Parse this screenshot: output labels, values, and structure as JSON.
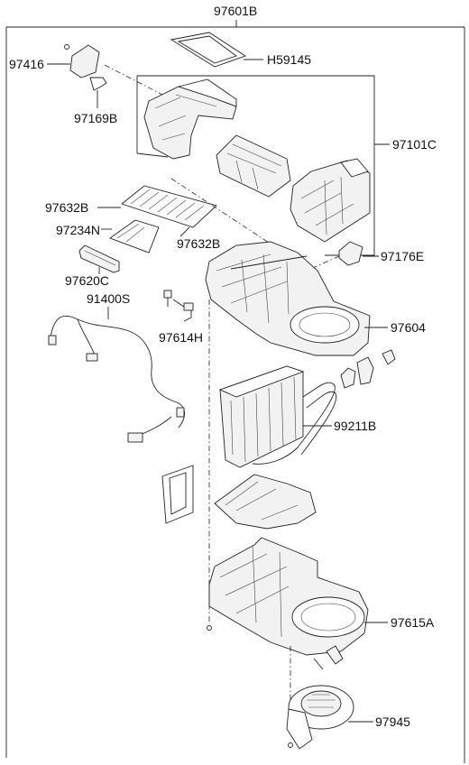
{
  "labels": {
    "assembly": "97601B",
    "gasket": "H59145",
    "actuator_top": "97416",
    "actuator_link": "97169B",
    "upper_case": "97101C",
    "filter_a": "97632B",
    "filter_holder": "97234N",
    "filter_b": "97632B",
    "filter_cover": "97620C",
    "wiring": "91400S",
    "sensor": "97614H",
    "resistor": "97176E",
    "middle_case": "97604",
    "evaporator": "99211B",
    "lower_case": "97615A",
    "blower_motor": "97945"
  }
}
